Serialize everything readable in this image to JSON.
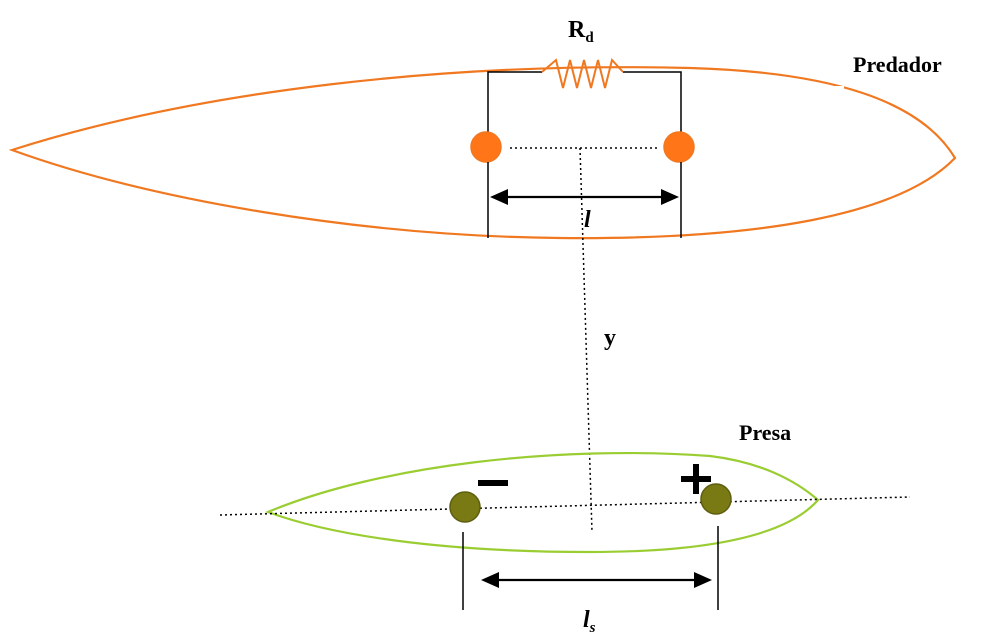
{
  "labels": {
    "resistor_main": "R",
    "resistor_sub": "d",
    "predator": "Predador",
    "prey": "Presa",
    "distance_y": "y",
    "sensor_length": "l",
    "prey_length_main": "l",
    "prey_length_sub": "s",
    "minus_sign": "−",
    "plus_sign": "+"
  },
  "colors": {
    "predator": "#F07820",
    "prey_outline": "#9ACD32",
    "prey_electrode": "#7A7A14",
    "line": "#000000"
  }
}
